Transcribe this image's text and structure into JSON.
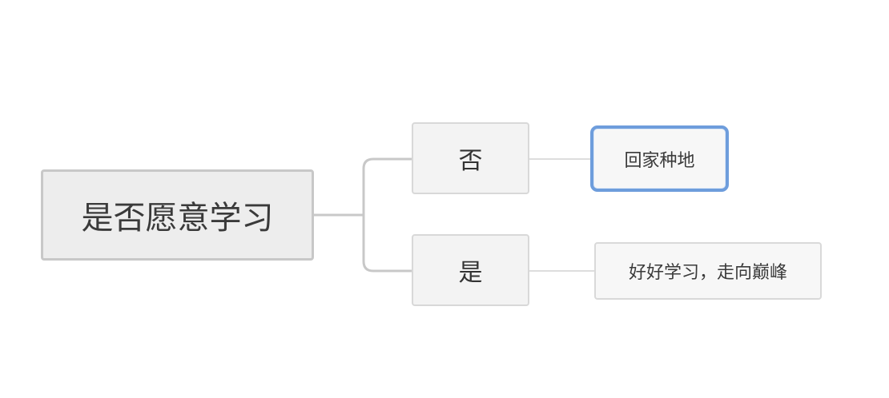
{
  "diagram": {
    "root": {
      "label": "是否愿意学习"
    },
    "branches": [
      {
        "label": "否",
        "leaf": {
          "label": "回家种地",
          "selected": true
        }
      },
      {
        "label": "是",
        "leaf": {
          "label": "好好学习，走向巅峰",
          "selected": false
        }
      }
    ]
  },
  "colors": {
    "root_fill": "#ededed",
    "root_border": "#c8c8c8",
    "node_fill": "#f3f3f3",
    "node_border": "#d8d8d8",
    "connector": "#c8c8c8",
    "leaf_connector": "#dddddd",
    "selection": "#6e9ddc"
  }
}
